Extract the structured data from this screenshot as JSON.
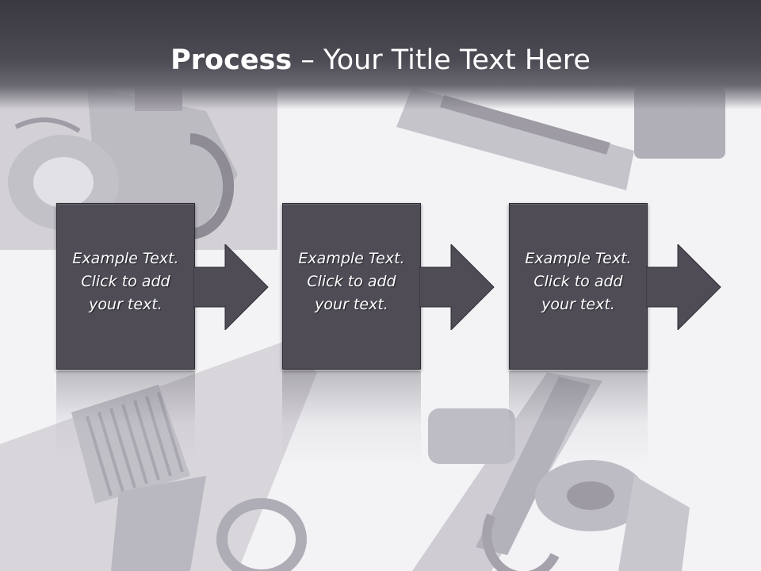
{
  "title": {
    "bold": "Process",
    "rest": " – Your Title Text Here"
  },
  "steps": [
    {
      "line1": "Example Text.",
      "line2": "Click  to add",
      "line3": "your text."
    },
    {
      "line1": "Example Text.",
      "line2": "Click  to add",
      "line3": "your text."
    },
    {
      "line1": "Example Text.",
      "line2": "Click  to add",
      "line3": "your text."
    }
  ],
  "colors": {
    "header": "#4c4a53",
    "box": "#4f4c56",
    "arrow": "#4f4c56",
    "background": "#f3f2f5"
  },
  "background_image": "faded-handguns-photo"
}
